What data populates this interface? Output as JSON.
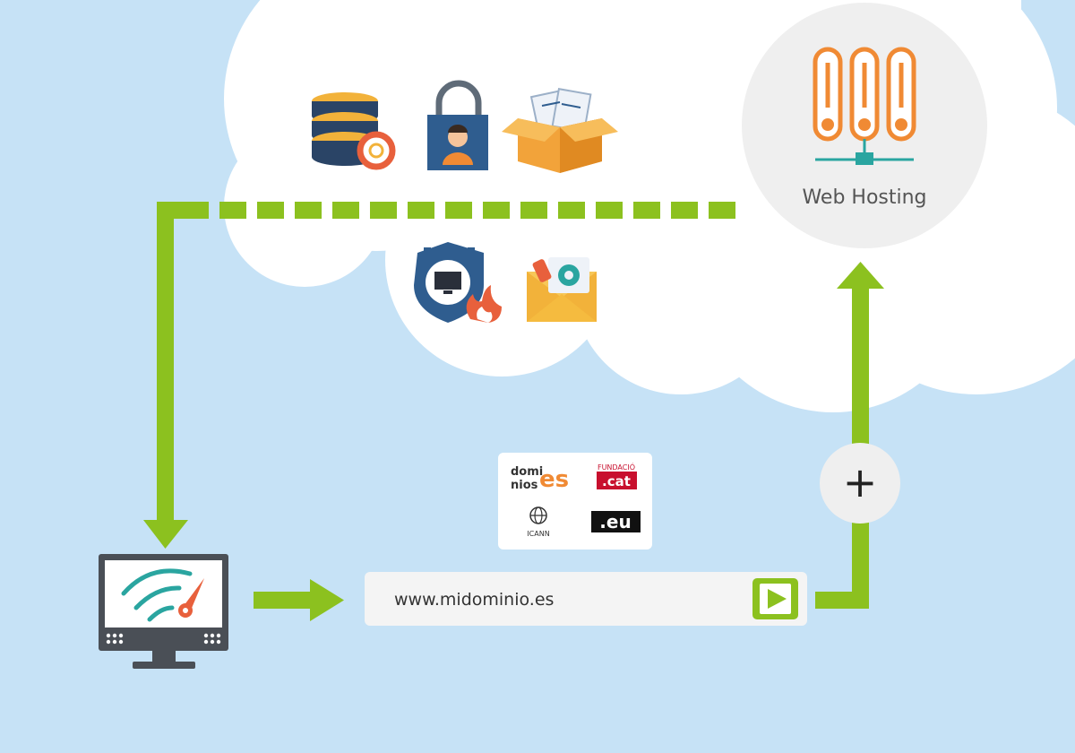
{
  "colors": {
    "background": "#c6e2f6",
    "cloud": "#ffffff",
    "arrow_green": "#8cc11f",
    "orange": "#f08a34",
    "navy": "#2a4466",
    "teal": "#2aa5a0"
  },
  "hosting": {
    "label": "Web Hosting"
  },
  "url_bar": {
    "value": "www.midominio.es"
  },
  "plus_badge": {
    "symbol": "+"
  },
  "registries": {
    "dominios_line1": "domi",
    "dominios_line2": "nios",
    "dominios_es": "es",
    "fundacio_label": "FUNDACIÓ",
    "fundacio_cat": ".cat",
    "icann_label": "ICANN",
    "eu_label": ".eu"
  },
  "icons": [
    "database-backup-icon",
    "secure-user-icon",
    "files-box-icon",
    "security-shield-icon",
    "email-icon",
    "server-icon",
    "monitor-speedometer-icon"
  ]
}
